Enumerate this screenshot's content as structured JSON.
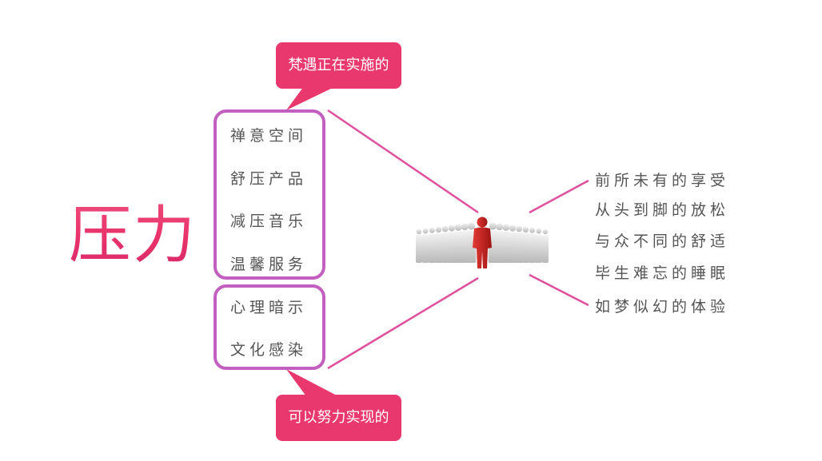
{
  "title": "压力",
  "callouts": {
    "top": "梵遇正在实施的",
    "bottom": "可以努力实现的"
  },
  "group_implementing": {
    "items": [
      "禅意空间",
      "舒压产品",
      "减压音乐",
      "温馨服务"
    ]
  },
  "group_achievable": {
    "items": [
      "心理暗示",
      "文化感染"
    ]
  },
  "effects": [
    "前所未有的享受",
    "从头到脚的放松",
    "与众不同的舒适",
    "毕生难忘的睡眠",
    "如梦似幻的体验"
  ],
  "colors": {
    "accent": "#e8386e",
    "box_border": "#c25fbf",
    "connector": "#e0509c",
    "text": "#555555",
    "leader_figure": "#c8201e",
    "crowd_figure": "#d9d9d9"
  },
  "icons": {
    "center": "crowd-with-leader-icon"
  }
}
